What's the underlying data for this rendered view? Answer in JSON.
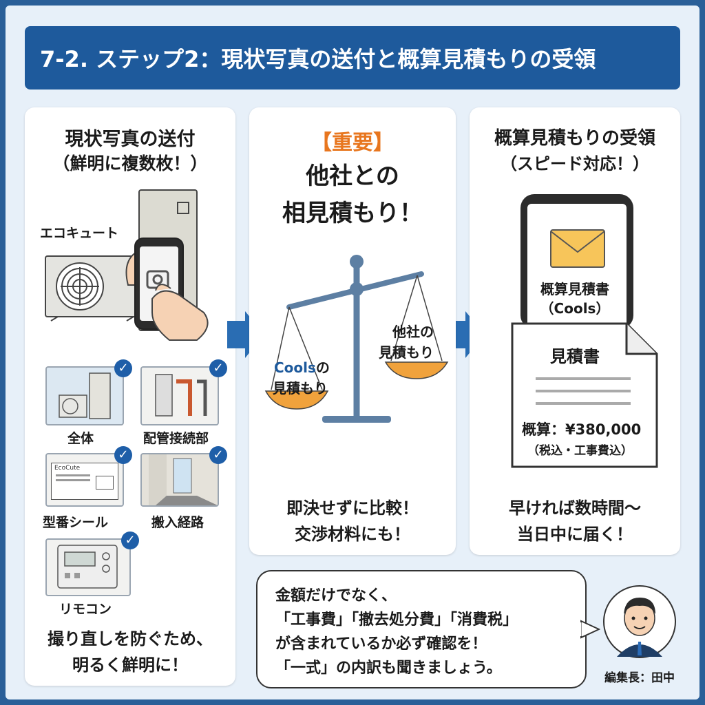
{
  "title": "7-2. ステップ2：現状写真の送付と概算見積もりの受領",
  "panel1": {
    "heading_line1": "現状写真の送付",
    "heading_line2": "（鮮明に複数枚！）",
    "ecocute_label": "エコキュート",
    "thumbs": [
      {
        "label": "全体"
      },
      {
        "label": "配管接続部"
      },
      {
        "label": "型番シール",
        "sticker_text": "EcoCute"
      },
      {
        "label": "搬入経路"
      },
      {
        "label": "リモコン"
      }
    ],
    "footer_line1": "撮り直しを防ぐため、",
    "footer_line2": "明るく鮮明に！"
  },
  "panel2": {
    "important": "【重要】",
    "heading_line1": "他社との",
    "heading_line2": "相見積もり！",
    "left_pan_brand": "Cools",
    "left_pan_suffix": "の",
    "left_pan_line2": "見積もり",
    "right_pan_line1": "他社の",
    "right_pan_line2": "見積もり",
    "footer_line1": "即決せずに比較！",
    "footer_line2": "交渉材料にも！"
  },
  "panel3": {
    "heading_line1": "概算見積もりの受領",
    "heading_line2": "（スピード対応！）",
    "phone_line1": "概算見積書",
    "phone_line2": "（Cools）",
    "doc_title": "見積書",
    "doc_amount": "概算：¥380,000",
    "doc_note": "（税込・工事費込）",
    "footer_line1": "早ければ数時間〜",
    "footer_line2": "当日中に届く！"
  },
  "bubble": {
    "line1": "金額だけでなく、",
    "line2": "「工事費」「撤去処分費」「消費税」",
    "line3": "が含まれているか必ず確認を！",
    "line4": "「一式」の内訳も聞きましょう。"
  },
  "editor": {
    "label": "編集長：田中"
  },
  "colors": {
    "primary": "#1e5a9c",
    "accent_orange": "#e8761e",
    "background": "#e7f0f9",
    "pan_orange": "#f0a23c",
    "scale_steel": "#5d7fa3"
  }
}
